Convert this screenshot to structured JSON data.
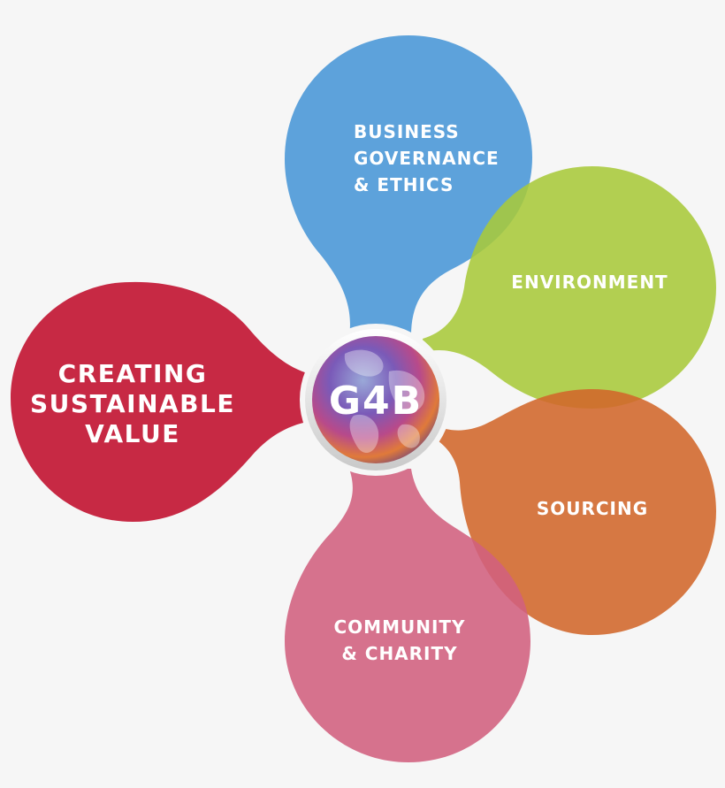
{
  "center": {
    "label": "G4B"
  },
  "petals": [
    {
      "id": "business",
      "lines": [
        "BUSINESS",
        "GOVERNANCE",
        "& ETHICS"
      ],
      "color": "#4f9ad8"
    },
    {
      "id": "environment",
      "lines": [
        "ENVIRONMENT"
      ],
      "color": "#a9c93a"
    },
    {
      "id": "sourcing",
      "lines": [
        "SOURCING"
      ],
      "color": "#d2672a"
    },
    {
      "id": "community",
      "lines": [
        "COMMUNITY",
        "& CHARITY"
      ],
      "color": "#d2607e"
    },
    {
      "id": "value",
      "lines": [
        "CREATING",
        "SUSTAINABLE",
        "VALUE"
      ],
      "color": "#c41e3a"
    }
  ]
}
